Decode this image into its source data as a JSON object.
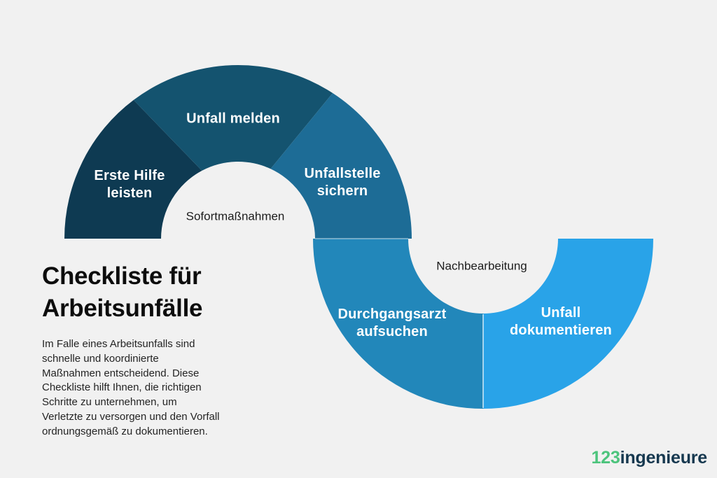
{
  "background_color": "#f1f1f1",
  "sidebar": {
    "title": "Checkliste für\nArbeitsunfälle",
    "description": "Im Falle eines Arbeitsunfalls sind\nschnelle und koordinierte\nMaßnahmen entscheidend. Diese\nCheckliste hilft Ihnen, die richtigen\nSchritte zu unternehmen, um\nVerletzte zu versorgen und den Vorfall\nordnungsgemäß zu dokumentieren."
  },
  "diagram": {
    "phase1": {
      "label": "Sofortmaßnahmen",
      "steps": [
        {
          "label": "Erste Hilfe\nleisten",
          "color": "#0e3a52"
        },
        {
          "label": "Unfall melden",
          "color": "#14536f"
        },
        {
          "label": "Unfallstelle\nsichern",
          "color": "#1d6c96"
        }
      ]
    },
    "phase2": {
      "label": "Nachbearbeitung",
      "steps": [
        {
          "label": "Durchgangsarzt\naufsuchen",
          "color": "#2287ba"
        },
        {
          "label": "Unfall\ndokumentieren",
          "color": "#29a3e8"
        }
      ]
    }
  },
  "logo": {
    "prefix": "123",
    "name": "ingenieure",
    "prefix_color": "#4cc47c",
    "name_color": "#16384f"
  }
}
